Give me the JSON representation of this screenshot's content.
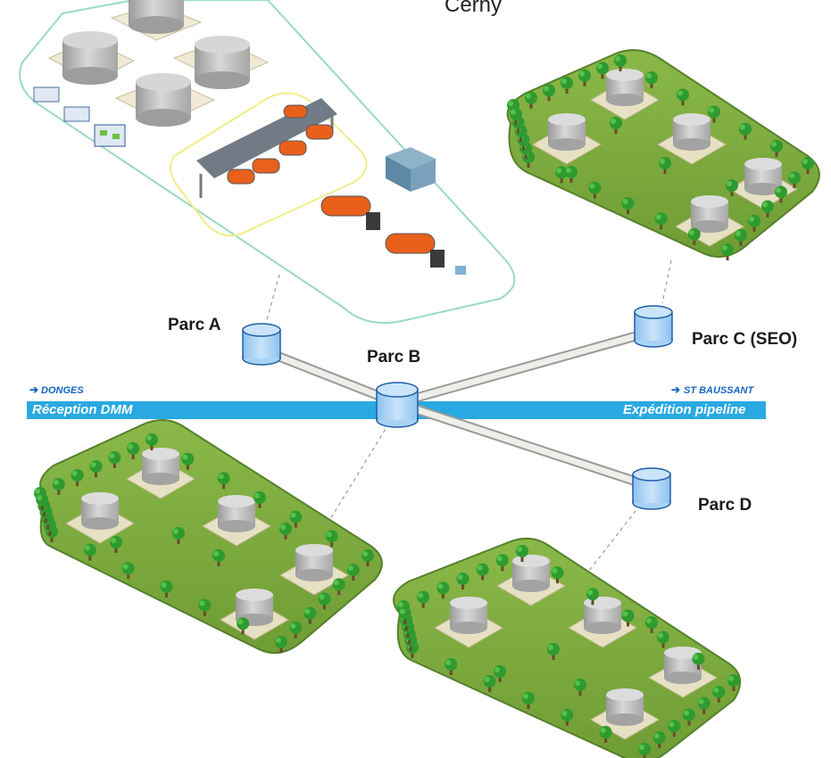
{
  "title": "Cerny",
  "nodes": {
    "parc_a": "Parc A",
    "parc_b": "Parc B",
    "parc_c": "Parc C (SEO)",
    "parc_d": "Parc D"
  },
  "pipeline": {
    "left_direction": "DONGES",
    "left_label": "Réception DMM",
    "right_direction": "ST BAUSSANT",
    "right_label": "Expédition pipeline"
  },
  "colors": {
    "band": "#29a9e1",
    "node_fill": "#a9d3f5",
    "node_stroke": "#1f5fa8",
    "grass": "#7bab3c",
    "tank": "#c9c9c9"
  }
}
